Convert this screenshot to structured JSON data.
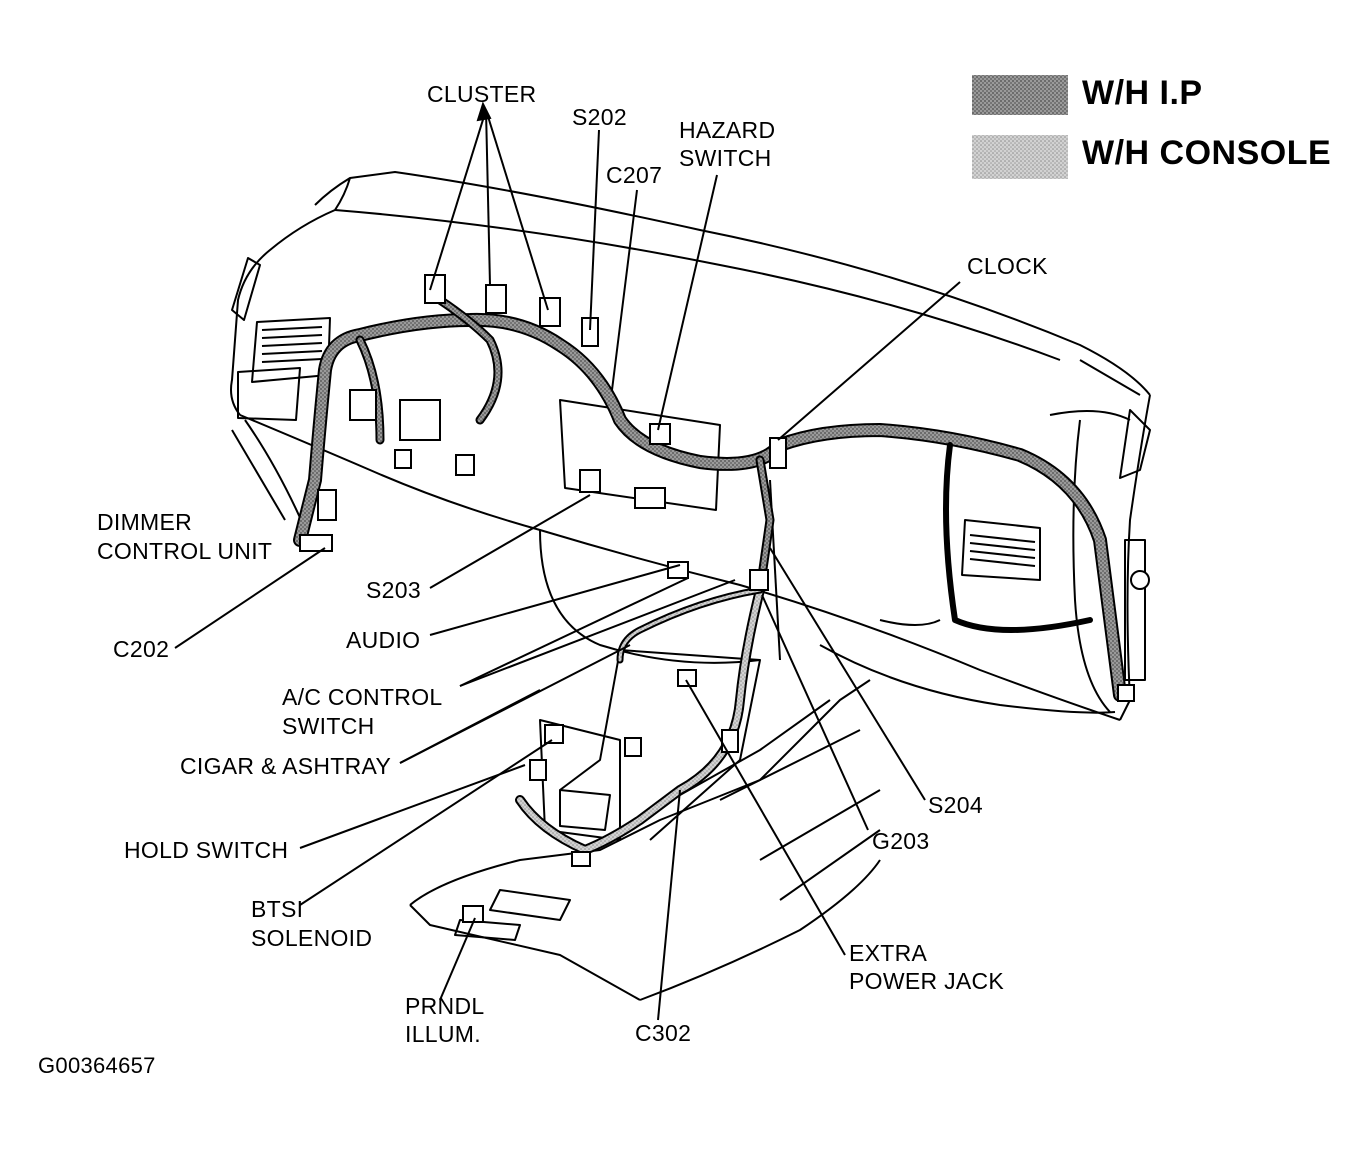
{
  "legend": [
    {
      "label": "W/H I.P",
      "color": "#8a8a8a"
    },
    {
      "label": "W/H CONSOLE",
      "color": "#c4c4c4"
    }
  ],
  "labels": {
    "cluster": "CLUSTER",
    "s202": "S202",
    "hazard_1": "HAZARD",
    "hazard_2": "SWITCH",
    "c207": "C207",
    "clock": "CLOCK",
    "dimmer_1": "DIMMER",
    "dimmer_2": "CONTROL UNIT",
    "s203": "S203",
    "audio": "AUDIO",
    "c202": "C202",
    "ac_1": "A/C CONTROL",
    "ac_2": "SWITCH",
    "cigar": "CIGAR & ASHTRAY",
    "hold": "HOLD SWITCH",
    "btsi_1": "BTSI",
    "btsi_2": "SOLENOID",
    "prndl_1": "PRNDL",
    "prndl_2": "ILLUM.",
    "c302": "C302",
    "extra_1": "EXTRA",
    "extra_2": "POWER JACK",
    "g203": "G203",
    "s204": "S204"
  },
  "figure_id": "G00364657"
}
